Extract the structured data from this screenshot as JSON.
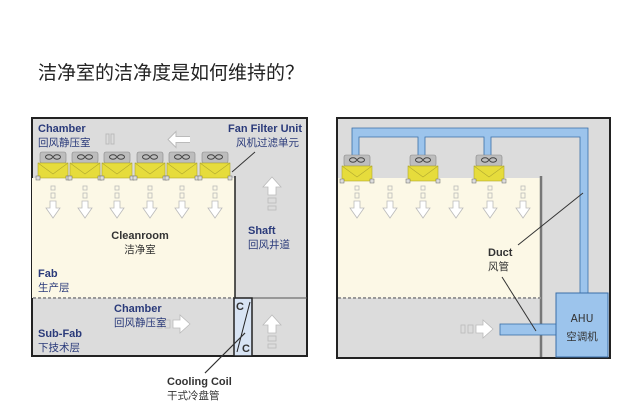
{
  "title": "洁净室的洁净度是如何维持的？",
  "left_diagram": {
    "chamber_top": {
      "en": "Chamber",
      "zh": "回风静压室"
    },
    "ffu": {
      "en": "Fan Filter Unit",
      "zh": "风机过滤单元"
    },
    "cleanroom": {
      "en": "Cleanroom",
      "zh": "洁净室"
    },
    "shaft": {
      "en": "Shaft",
      "zh": "回风井道"
    },
    "fab": {
      "en": "Fab",
      "zh": "生产层"
    },
    "chamber_bottom": {
      "en": "Chamber",
      "zh": "回风静压室"
    },
    "subfab": {
      "en": "Sub-Fab",
      "zh": "下技术层"
    },
    "cooling_coil": {
      "en": "Cooling Coil",
      "zh": "干式冷盘管"
    },
    "coil_mark": "C"
  },
  "right_diagram": {
    "duct": {
      "en": "Duct",
      "zh": "风管"
    },
    "ahu": {
      "en": "AHU",
      "zh": "空调机"
    }
  },
  "colors": {
    "cleanroom": "#fcf8e6",
    "panel": "#dcdcdc",
    "ffu": "#e8e04a",
    "duct": "#9cc4ec",
    "label": "#2a3a7a"
  }
}
